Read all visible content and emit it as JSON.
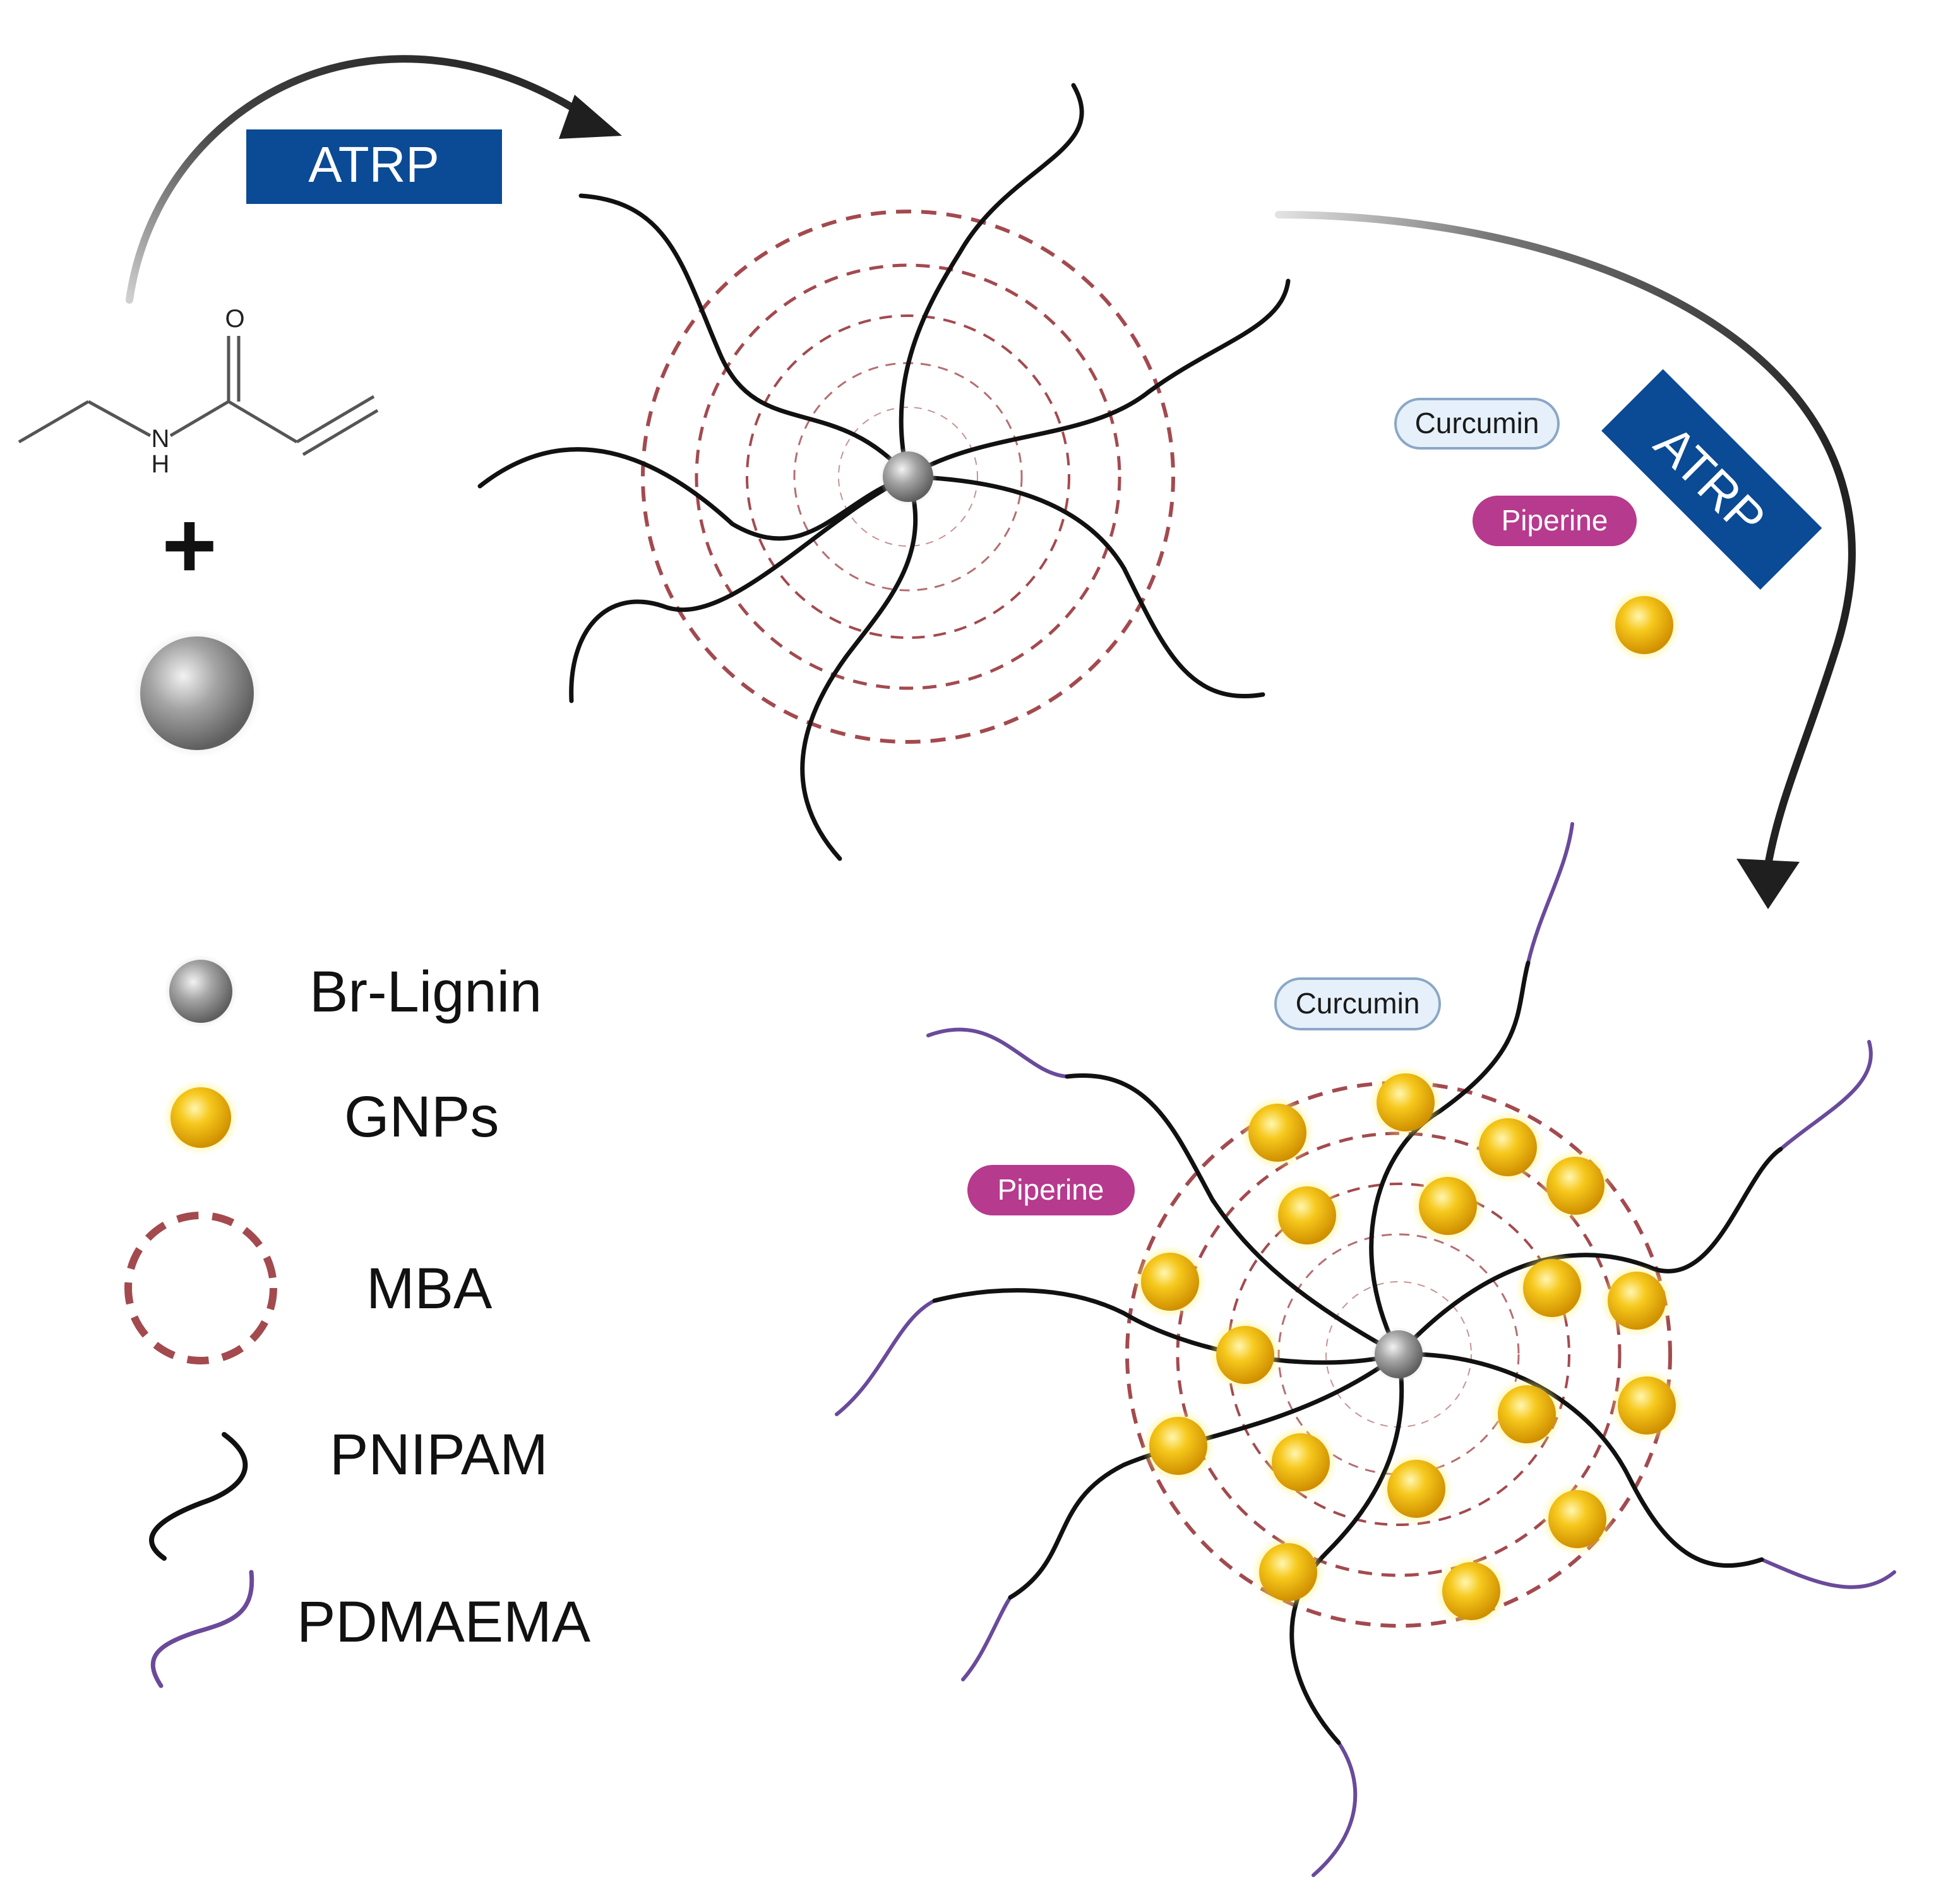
{
  "diagram": {
    "reagents": {
      "plus_sign": "+",
      "monomer_atoms": {
        "oxygen": "O",
        "nitrogen": "N",
        "hydrogen": "H"
      }
    },
    "steps": [
      {
        "label": "ATRP"
      },
      {
        "label": "ATRP"
      }
    ],
    "intermediate_labels": {
      "curcumin": "Curcumin",
      "piperine": "Piperine"
    },
    "final_labels": {
      "curcumin": "Curcumin",
      "piperine": "Piperine"
    },
    "legend": [
      {
        "label": "Br-Lignin",
        "icon": "grey-sphere"
      },
      {
        "label": "GNPs",
        "icon": "gold-sphere"
      },
      {
        "label": "MBA",
        "icon": "dashed-circle"
      },
      {
        "label": "PNIPAM",
        "icon": "black-chain"
      },
      {
        "label": "PDMAEMA",
        "icon": "purple-chain"
      }
    ],
    "colors": {
      "atrp_box": "#0b4a94",
      "mba_dash": "#a34a4f",
      "pnipam": "#111111",
      "pdmaema": "#6a4a9a",
      "gold": "#f4c20d",
      "piperine": "#b63a8d",
      "curcumin_fill": "#e6f0fa"
    }
  }
}
